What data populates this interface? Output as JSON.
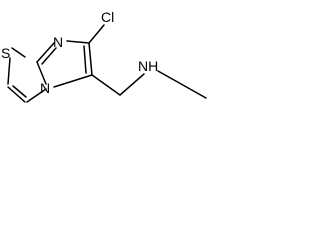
{
  "molecule": {
    "atoms": {
      "chlorine": "Cl",
      "ring_nitrogen": "N",
      "bridgehead_nitrogen": "N",
      "sulfur": "S",
      "amine": "NH"
    },
    "colors": {
      "bond": "#000000",
      "label": "#000000",
      "background": "#ffffff"
    }
  }
}
